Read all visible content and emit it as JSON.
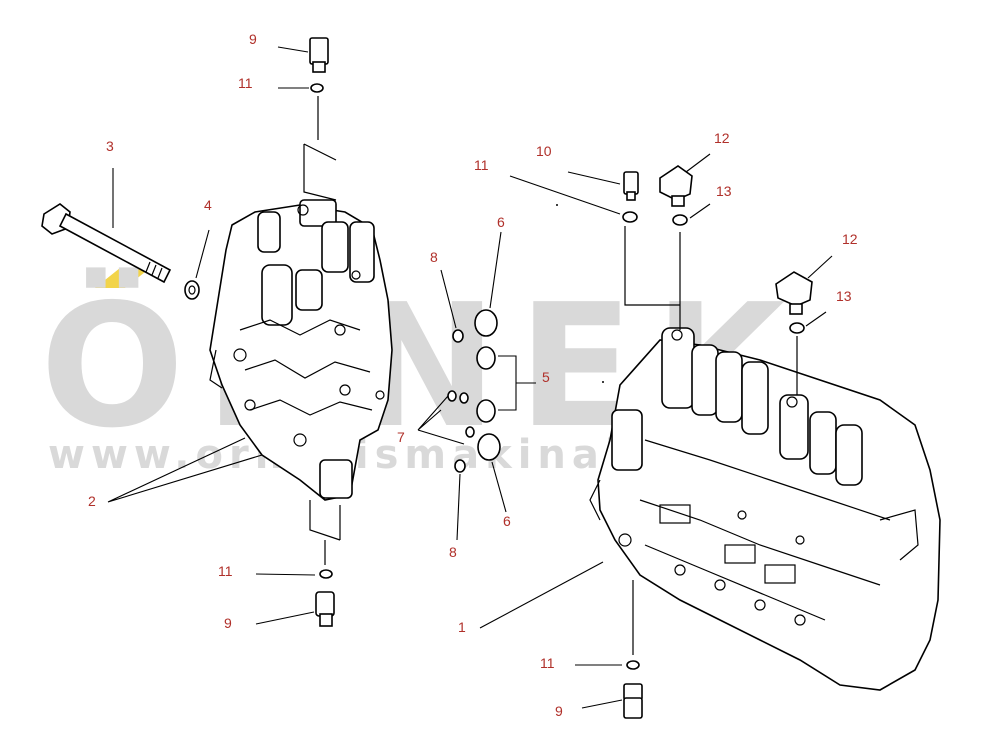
{
  "watermark": {
    "brand": "ÖRNEK",
    "url": "www.ornekismakinalari.com.tr",
    "accent_color": "#f2d44a",
    "text_color": "#d9d9d9"
  },
  "callout_color": "#b0302a",
  "callouts": [
    {
      "id": "c-9-top",
      "text": "9"
    },
    {
      "id": "c-11-top",
      "text": "11"
    },
    {
      "id": "c-3",
      "text": "3"
    },
    {
      "id": "c-4",
      "text": "4"
    },
    {
      "id": "c-2",
      "text": "2"
    },
    {
      "id": "c-11-bot-left",
      "text": "11"
    },
    {
      "id": "c-9-bot-left",
      "text": "9"
    },
    {
      "id": "c-8-top",
      "text": "8"
    },
    {
      "id": "c-6-top",
      "text": "6"
    },
    {
      "id": "c-5",
      "text": "5"
    },
    {
      "id": "c-7",
      "text": "7"
    },
    {
      "id": "c-6-bot",
      "text": "6"
    },
    {
      "id": "c-8-bot",
      "text": "8"
    },
    {
      "id": "c-11-right-top",
      "text": "11"
    },
    {
      "id": "c-10",
      "text": "10"
    },
    {
      "id": "c-12-a",
      "text": "12"
    },
    {
      "id": "c-13-a",
      "text": "13"
    },
    {
      "id": "c-12-b",
      "text": "12"
    },
    {
      "id": "c-13-b",
      "text": "13"
    },
    {
      "id": "c-1",
      "text": "1"
    },
    {
      "id": "c-11-bot-right",
      "text": "11"
    },
    {
      "id": "c-9-bot-right",
      "text": "9"
    }
  ]
}
